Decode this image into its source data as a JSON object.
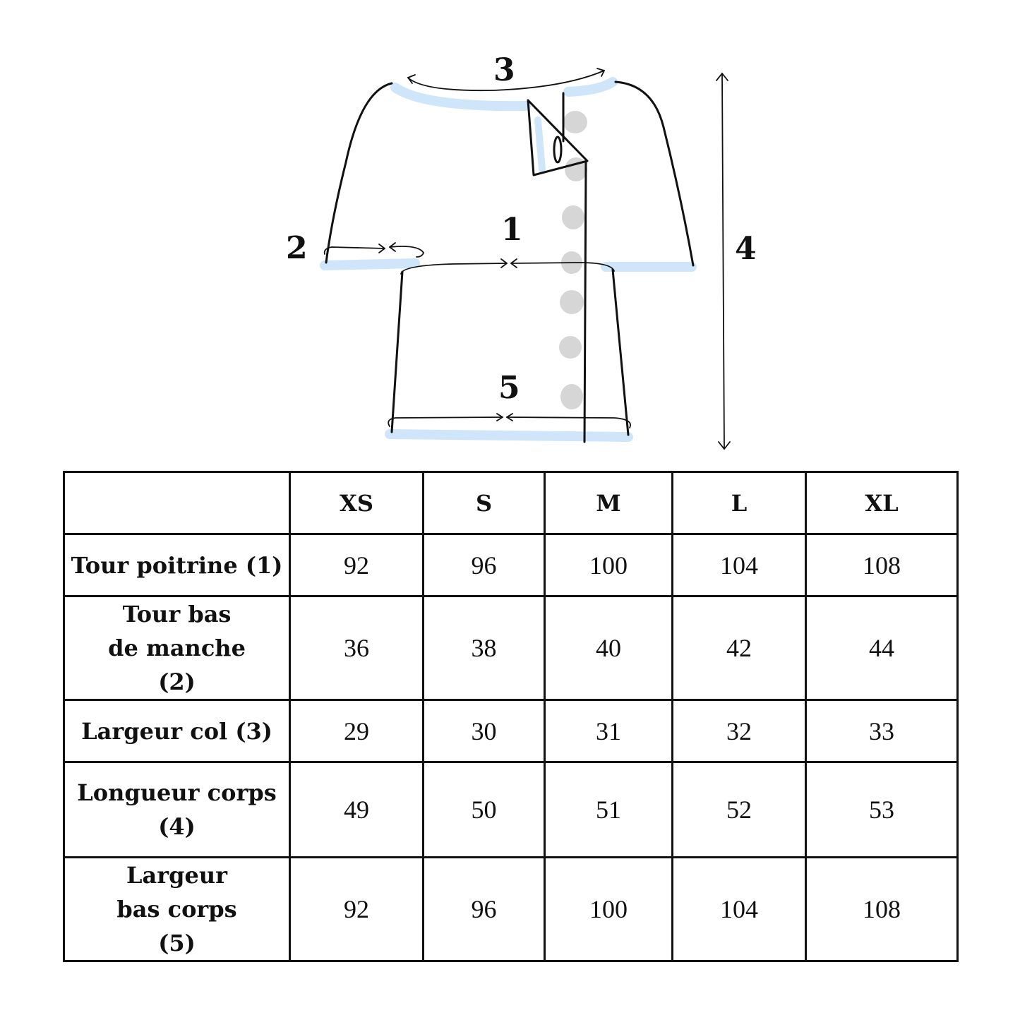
{
  "diagram": {
    "labels": {
      "chest": "1",
      "sleeve_hem": "2",
      "neck": "3",
      "body_length": "4",
      "hem_width": "5"
    },
    "colors": {
      "outline": "#111111",
      "trim": "#cfe6fa",
      "buttons": "#d6d6d6"
    }
  },
  "table": {
    "corner": "",
    "sizes": [
      "XS",
      "S",
      "M",
      "L",
      "XL"
    ],
    "rows": [
      {
        "label": "Tour poitrine (1)",
        "values": [
          "92",
          "96",
          "100",
          "104",
          "108"
        ]
      },
      {
        "label": "Tour bas de manche (2)",
        "values": [
          "36",
          "38",
          "40",
          "42",
          "44"
        ]
      },
      {
        "label": "Largeur col (3)",
        "values": [
          "29",
          "30",
          "31",
          "32",
          "33"
        ]
      },
      {
        "label": "Longueur corps (4)",
        "values": [
          "49",
          "50",
          "51",
          "52",
          "53"
        ]
      },
      {
        "label": "Largeur bas corps (5)",
        "values": [
          "92",
          "96",
          "100",
          "104",
          "108"
        ]
      }
    ]
  }
}
